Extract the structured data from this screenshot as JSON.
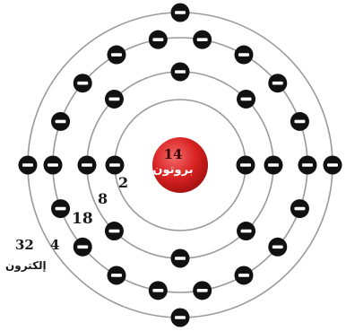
{
  "atom": {
    "nucleus": {
      "number": "14",
      "label": "بروتون",
      "color": "#d92222"
    },
    "shells": [
      {
        "name": "shell-1",
        "electrons": 2,
        "count_label": "2"
      },
      {
        "name": "shell-2",
        "electrons": 8,
        "count_label": "8"
      },
      {
        "name": "shell-3",
        "electrons": 18,
        "count_label": "18"
      },
      {
        "name": "shell-4",
        "electrons": 4,
        "count_label": "4"
      }
    ],
    "total_label": "32",
    "electron_word": "إلكترون",
    "electron_symbol": "minus-sign",
    "orbit_color": "#9a9a9a",
    "electron_color": "#111111"
  }
}
